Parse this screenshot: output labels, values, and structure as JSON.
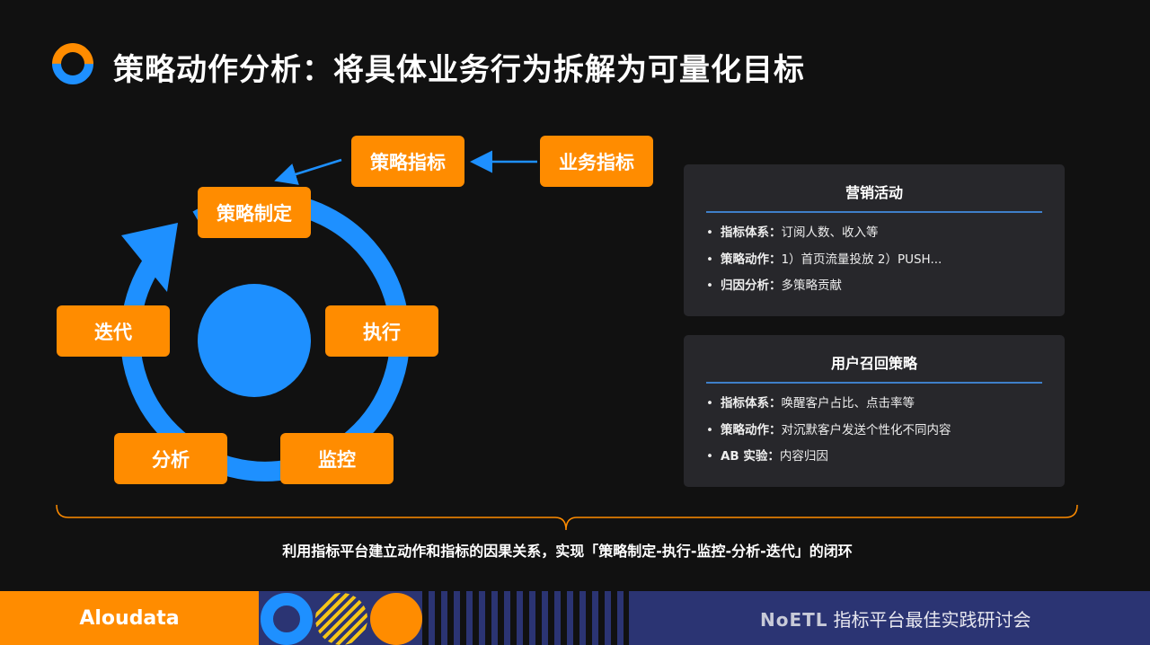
{
  "title": "策略动作分析：将具体业务行为拆解为可量化目标",
  "diagram": {
    "top": {
      "strategy_metric": "策略指标",
      "business_metric": "业务指标"
    },
    "cycle": {
      "formulate": "策略制定",
      "execute": "执行",
      "monitor": "监控",
      "analyze": "分析",
      "iterate": "迭代"
    }
  },
  "cards": [
    {
      "title": "营销活动",
      "items": [
        {
          "label": "指标体系：",
          "text": "订阅人数、收入等"
        },
        {
          "label": "策略动作：",
          "text": "1）首页流量投放 2）PUSH..."
        },
        {
          "label": "归因分析：",
          "text": "多策略贡献"
        }
      ]
    },
    {
      "title": "用户召回策略",
      "items": [
        {
          "label": "指标体系：",
          "text": "唤醒客户占比、点击率等"
        },
        {
          "label": "策略动作：",
          "text": "对沉默客户发送个性化不同内容"
        },
        {
          "label": "AB 实验：",
          "text": "内容归因"
        }
      ]
    }
  ],
  "caption": "利用指标平台建立动作和指标的因果关系，实现「策略制定-执行-监控-分析-迭代」的闭环",
  "footer": {
    "brand": "Aloudata",
    "event_logo": "NoETL",
    "event_name": "指标平台最佳实践研讨会"
  },
  "colors": {
    "orange": "#FF8C00",
    "blue": "#1E90FF",
    "navy": "#2b3473"
  }
}
